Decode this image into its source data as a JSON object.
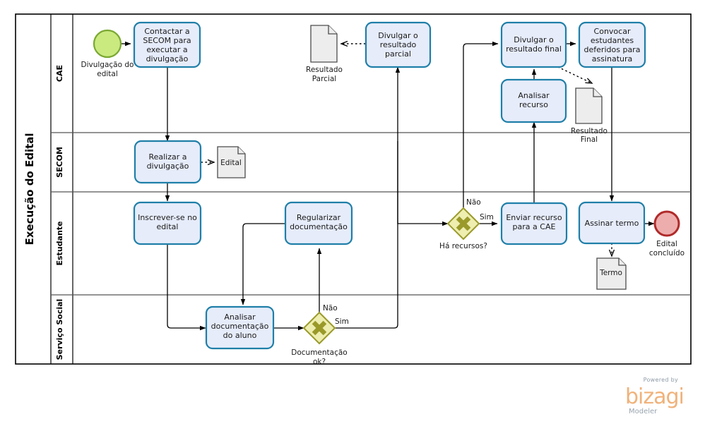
{
  "pool": {
    "title": "Execução do Edital"
  },
  "lanes": [
    {
      "id": "cae",
      "label": "CAE"
    },
    {
      "id": "secom",
      "label": "SECOM"
    },
    {
      "id": "estudante",
      "label": "Estudante"
    },
    {
      "id": "servico-social",
      "label": "Serviço Social"
    }
  ],
  "events": [
    {
      "id": "start-divulgacao",
      "type": "start",
      "label": "Divulgação do\nedital",
      "line1": "Divulgação do",
      "line2": "edital"
    },
    {
      "id": "end-edital",
      "type": "end",
      "label": "Edital\nconcluído",
      "line1": "Edital",
      "line2": "concluído"
    }
  ],
  "tasks": [
    {
      "id": "contactar-secom",
      "lane": "cae",
      "lines": [
        "Contactar a",
        "SECOM para",
        "executar a",
        "divulgação"
      ]
    },
    {
      "id": "divulgar-parcial",
      "lane": "cae",
      "lines": [
        "Divulgar o",
        "resultado",
        "parcial"
      ]
    },
    {
      "id": "divulgar-final",
      "lane": "cae",
      "lines": [
        "Divulgar o",
        "resultado final"
      ]
    },
    {
      "id": "convocar-estudantes",
      "lane": "cae",
      "lines": [
        "Convocar",
        "estudantes",
        "deferidos para",
        "assinatura"
      ]
    },
    {
      "id": "analisar-recurso",
      "lane": "cae",
      "lines": [
        "Analisar",
        "recurso"
      ]
    },
    {
      "id": "realizar-divulgacao",
      "lane": "secom",
      "lines": [
        "Realizar a",
        "divulgação"
      ]
    },
    {
      "id": "inscrever-se",
      "lane": "estudante",
      "lines": [
        "Inscrever-se no",
        "edital"
      ]
    },
    {
      "id": "regularizar-doc",
      "lane": "estudante",
      "lines": [
        "Regularizar",
        "documentação"
      ]
    },
    {
      "id": "enviar-recurso",
      "lane": "estudante",
      "lines": [
        "Enviar recurso",
        "para a CAE"
      ]
    },
    {
      "id": "assinar-termo",
      "lane": "estudante",
      "lines": [
        "Assinar termo"
      ]
    },
    {
      "id": "analisar-doc-aluno",
      "lane": "servico-social",
      "lines": [
        "Analisar",
        "documentação",
        "do aluno"
      ]
    }
  ],
  "gateways": [
    {
      "id": "gw-documentacao",
      "lane": "servico-social",
      "label_line1": "Documentação",
      "label_line2": "ok?",
      "branches": [
        "Não",
        "Sim"
      ]
    },
    {
      "id": "gw-recursos",
      "lane": "estudante",
      "label_line1": "Há recursos?",
      "label_line2": "",
      "branches": [
        "Não",
        "Sim"
      ]
    }
  ],
  "documents": [
    {
      "id": "doc-edital",
      "label": "Edital",
      "inner": "Edital",
      "below_line1": "",
      "below_line2": ""
    },
    {
      "id": "doc-resultado-parcial",
      "label": "Resultado Parcial",
      "inner": "",
      "below_line1": "Resultado",
      "below_line2": "Parcial"
    },
    {
      "id": "doc-resultado-final",
      "label": "Resultado Final",
      "inner": "",
      "below_line1": "Resultado",
      "below_line2": "Final"
    },
    {
      "id": "doc-termo",
      "label": "Termo",
      "inner": "Termo",
      "below_line1": "",
      "below_line2": ""
    }
  ],
  "flow_labels": {
    "doc_nao": "Não",
    "doc_sim": "Sim",
    "rec_nao": "Não",
    "rec_sim": "Sim"
  },
  "branding": {
    "powered_by": "Powered by",
    "name": "bizagi",
    "sub": "Modeler"
  },
  "colors": {
    "task_fill": "#e6ecfa",
    "task_stroke": "#1f7fa8",
    "start_fill": "#caea80",
    "start_stroke": "#7aa832",
    "end_fill": "#eeadad",
    "end_stroke": "#b02a2a",
    "gateway_fill": "#eeeeb0",
    "gateway_stroke": "#9a9a2a",
    "document_fill": "#ededed",
    "document_stroke": "#4c4c4c",
    "flow_stroke": "#000000",
    "brand_orange": "#f0b27a"
  }
}
